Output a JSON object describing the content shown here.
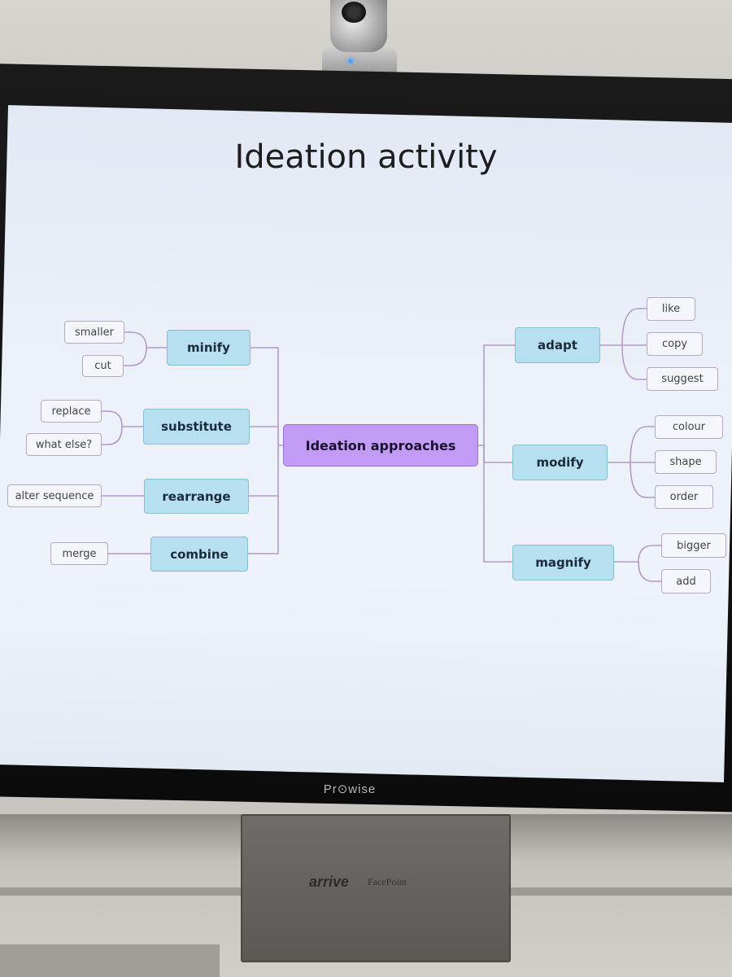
{
  "slide": {
    "title": "Ideation activity"
  },
  "monitor": {
    "brand": "Pr⊙wise"
  },
  "device": {
    "brand": "arrive",
    "product": "FacePoint"
  },
  "mindmap": {
    "center": "Ideation approaches",
    "left_branches": [
      {
        "label": "minify",
        "leaves": [
          "smaller",
          "cut"
        ]
      },
      {
        "label": "substitute",
        "leaves": [
          "replace",
          "what else?"
        ]
      },
      {
        "label": "rearrange",
        "leaves": [
          "alter sequence"
        ]
      },
      {
        "label": "combine",
        "leaves": [
          "merge"
        ]
      }
    ],
    "right_branches": [
      {
        "label": "adapt",
        "leaves": [
          "like",
          "copy",
          "suggest"
        ]
      },
      {
        "label": "modify",
        "leaves": [
          "colour",
          "shape",
          "order"
        ]
      },
      {
        "label": "magnify",
        "leaves": [
          "bigger",
          "add"
        ]
      }
    ]
  },
  "colors": {
    "branch_fill": "#b6dff0",
    "center_fill": "#c29cf4",
    "line": "#b49ac8"
  }
}
